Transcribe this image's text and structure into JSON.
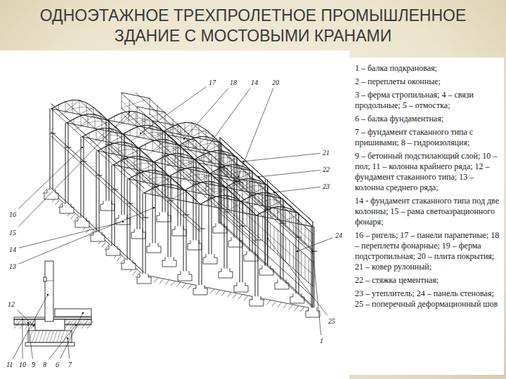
{
  "diagram": {
    "title": "ОДНОЭТАЖНОЕ ТРЕХПРОЛЕТНОЕ ПРОМЫШЛЕННОЕ ЗДАНИЕ С МОСТОВЫМИ КРАНАМИ",
    "labels": [
      "17",
      "18",
      "14",
      "20",
      "21",
      "22",
      "23",
      "24",
      "25",
      "1",
      "16",
      "15",
      "14",
      "13",
      "12",
      "11",
      "10",
      "9",
      "8",
      "6",
      "7",
      "1 – балка подкрановая;",
      "2 – переплеты оконные;",
      "3 – ферма стропильная; 4 – связи продольные; 5 – отмостка;",
      "6 – балка фундаментная;",
      "7 – фундамент стаканного типа с пришивами; 8 – гидроизоляция;",
      "9 – бетонный подстилающий слой; 10 – пол; 11 – колонна крайнего ряда; 12 – фундамент стаканного типа; 13 – колонна среднего ряда;",
      "14 - фундамент стаканного типа под две колонны; 15 – рама светоаэрационного фонаря;",
      "16 – ригель; 17 – панели парапетные; 18 – переплеты фонарные; 19 – ферма подстропильная; 20 – плита покрытия; 21 – ковер рулонный;",
      "22 – стяжка цементная;",
      "23 – утеплитель; 24 – панель стеновая; 25 – поперечный деформационный шов"
    ]
  }
}
